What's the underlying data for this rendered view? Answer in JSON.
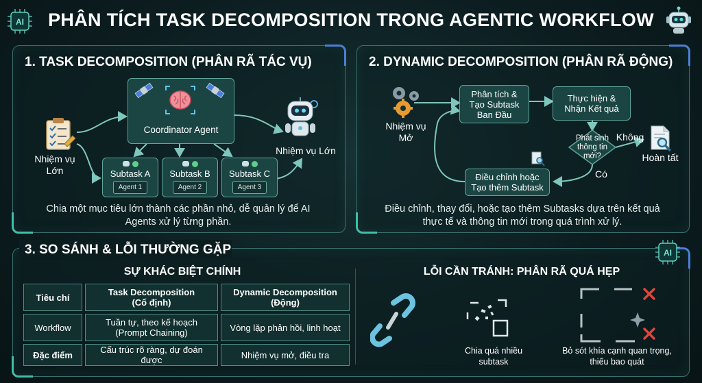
{
  "title": "PHÂN TÍCH TASK DECOMPOSITION TRONG AGENTIC WORKFLOW",
  "logo_left": "AI",
  "section1": {
    "heading": "1. TASK DECOMPOSITION (PHÂN RÃ TÁC VỤ)",
    "input_label_1": "Nhiệm vụ",
    "input_label_2": "Lớn",
    "coordinator": "Coordinator Agent",
    "output_label": "Nhiệm vụ Lớn",
    "subtasks": [
      {
        "name": "Subtask A",
        "agent": "Agent 1"
      },
      {
        "name": "Subtask B",
        "agent": "Agent 2"
      },
      {
        "name": "Subtask C",
        "agent": "Agent 3"
      }
    ],
    "caption_1": "Chia một mục tiêu lớn thành các phần nhỏ, dễ quản lý để AI",
    "caption_2": "Agents xử lý từng phần."
  },
  "section2": {
    "heading": "2. DYNAMIC DECOMPOSITION (PHÂN RÃ ĐỘNG)",
    "input_label_1": "Nhiệm vụ",
    "input_label_2": "Mở",
    "analyze_1": "Phân tích &",
    "analyze_2": "Tạo Subtask",
    "analyze_3": "Ban Đầu",
    "execute_1": "Thực hiện &",
    "execute_2": "Nhận Kết quả",
    "decision_1": "Phát sinh",
    "decision_2": "thông tin",
    "decision_3": "mới?",
    "no": "Không",
    "yes": "Có",
    "done": "Hoàn tất",
    "adjust_1": "Điều chỉnh hoặc",
    "adjust_2": "Tạo thêm Subtask",
    "caption_1": "Điều chỉnh, thay đổi, hoặc tạo thêm Subtasks dựa trên kết quả",
    "caption_2": "thực tế và thông tin mới trong quá trình xử lý."
  },
  "section3": {
    "heading": "3. SO SÁNH & LỖI THƯỜNG GẶP",
    "table_title": "SỰ KHÁC BIỆT CHÍNH",
    "rows": [
      {
        "c1": "Tiêu chí",
        "c2a": "Task Decomposition",
        "c2b": "(Cố định)",
        "c3a": "Dynamic Decomposition",
        "c3b": "(Động)"
      },
      {
        "c1": "Workflow",
        "c2a": "Tuần tự, theo kế hoạch",
        "c2b": "(Prompt Chaining)",
        "c3a": "Vòng lặp phản hồi, linh hoạt",
        "c3b": ""
      },
      {
        "c1": "Đặc điểm",
        "c2a": "Cấu trúc rõ ràng, dự đoán được",
        "c2b": "",
        "c3a": "Nhiệm vụ mở, điều tra",
        "c3b": ""
      }
    ],
    "pitfall_title": "LỖI CẦN TRÁNH: PHÂN RÃ QUÁ HẸP",
    "pitfall_1_a": "Chia quá nhiều",
    "pitfall_1_b": "subtask",
    "pitfall_2_a": "Bỏ sót khía cạnh quan trọng,",
    "pitfall_2_b": "thiếu bao quát",
    "logo": "AI"
  },
  "colors": {
    "accent": "#3fbfa8",
    "box": "#1b4543",
    "border": "#5fa59c",
    "red": "#e0443a",
    "link": "#6cc3e0"
  }
}
